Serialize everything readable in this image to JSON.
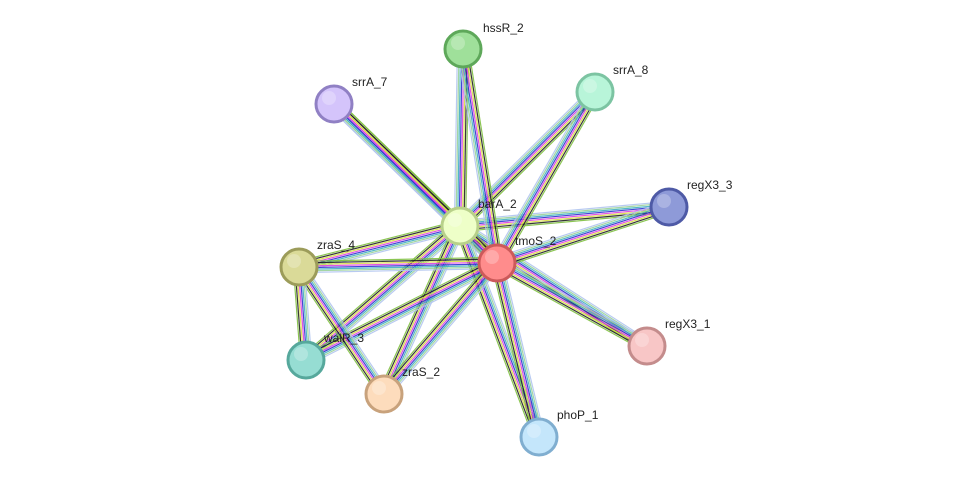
{
  "network": {
    "nodes": [
      {
        "id": "hssR_2",
        "label": "hssR_2",
        "fill": "#9fe09a",
        "stroke": "#5ea85a"
      },
      {
        "id": "srrA_8",
        "label": "srrA_8",
        "fill": "#b8f5d9",
        "stroke": "#7cc4a2"
      },
      {
        "id": "srrA_7",
        "label": "srrA_7",
        "fill": "#d4c4fb",
        "stroke": "#9080c4"
      },
      {
        "id": "regX3_3",
        "label": "regX3_3",
        "fill": "#8e9ad8",
        "stroke": "#4e5aa6"
      },
      {
        "id": "barA_2",
        "label": "barA_2",
        "fill": "#eeffc8",
        "stroke": "#b8d08a"
      },
      {
        "id": "tmoS_2",
        "label": "tmoS_2",
        "fill": "#ff8c8c",
        "stroke": "#cc5a5a"
      },
      {
        "id": "zraS_4",
        "label": "zraS_4",
        "fill": "#dada98",
        "stroke": "#9c9c5a"
      },
      {
        "id": "regX3_1",
        "label": "regX3_1",
        "fill": "#f8c6c6",
        "stroke": "#c48c8c"
      },
      {
        "id": "walR_3",
        "label": "walR_3",
        "fill": "#96ddd3",
        "stroke": "#56a89c"
      },
      {
        "id": "zraS_2",
        "label": "zraS_2",
        "fill": "#fddcbc",
        "stroke": "#c8a27c"
      },
      {
        "id": "phoP_1",
        "label": "phoP_1",
        "fill": "#c4e6fb",
        "stroke": "#80aed0"
      }
    ],
    "edges": [
      [
        "barA_2",
        "hssR_2"
      ],
      [
        "barA_2",
        "srrA_8"
      ],
      [
        "barA_2",
        "srrA_7"
      ],
      [
        "barA_2",
        "regX3_3"
      ],
      [
        "barA_2",
        "tmoS_2"
      ],
      [
        "barA_2",
        "zraS_4"
      ],
      [
        "barA_2",
        "regX3_1"
      ],
      [
        "barA_2",
        "walR_3"
      ],
      [
        "barA_2",
        "zraS_2"
      ],
      [
        "barA_2",
        "phoP_1"
      ],
      [
        "tmoS_2",
        "hssR_2"
      ],
      [
        "tmoS_2",
        "srrA_8"
      ],
      [
        "tmoS_2",
        "srrA_7"
      ],
      [
        "tmoS_2",
        "regX3_3"
      ],
      [
        "tmoS_2",
        "zraS_4"
      ],
      [
        "tmoS_2",
        "regX3_1"
      ],
      [
        "tmoS_2",
        "walR_3"
      ],
      [
        "tmoS_2",
        "zraS_2"
      ],
      [
        "tmoS_2",
        "phoP_1"
      ],
      [
        "zraS_4",
        "zraS_2"
      ],
      [
        "zraS_4",
        "walR_3"
      ]
    ],
    "edge_colors": [
      "#b0c4f0",
      "#9ad29a",
      "#40b0c0",
      "#3030d0",
      "#e040e0",
      "#d8e040",
      "#202020",
      "#80c040"
    ]
  }
}
